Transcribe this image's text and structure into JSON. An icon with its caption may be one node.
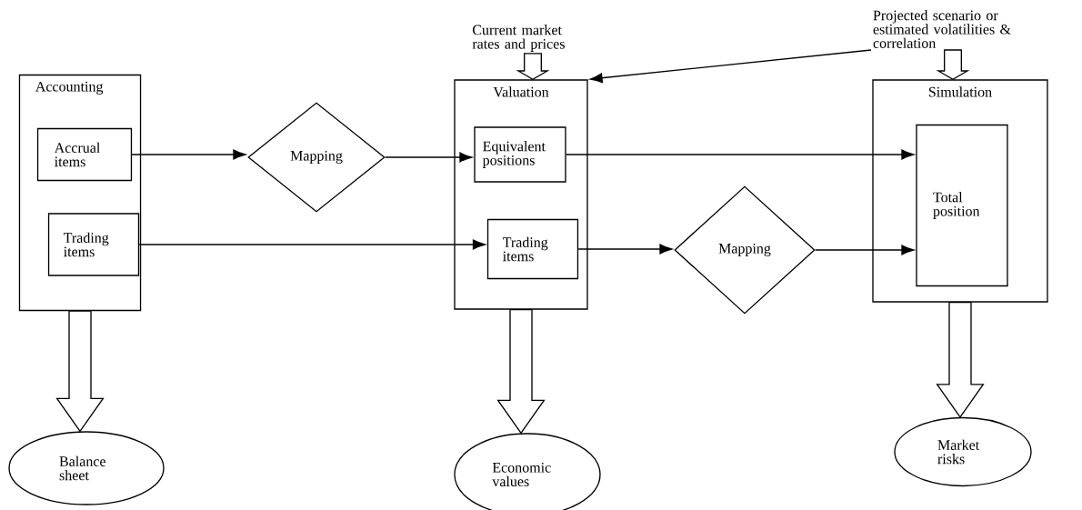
{
  "diagram": {
    "nodes": [
      {
        "text": [
          "Accounting"
        ]
      },
      {
        "text": [
          "Accrual items"
        ],
        "in": 0
      },
      {
        "text": [
          "Trading items"
        ],
        "in": 0
      },
      {
        "text": [
          "Mapping"
        ]
      },
      {
        "text": [
          "Valuation"
        ]
      },
      {
        "text": [
          "Equivalent positions"
        ],
        "in": 4
      },
      {
        "text": [
          "Trading items"
        ],
        "in": 4
      },
      {
        "text": [
          "Mapping"
        ]
      },
      {
        "text": [
          "Simulation"
        ]
      },
      {
        "text": [
          "Total position"
        ],
        "in": 8
      },
      {
        "text": [
          "Current market rates and prices"
        ]
      },
      {
        "text": [
          "Projected scenario or estimated volatilities & correlation"
        ]
      },
      {
        "text": [
          "Balance sheet"
        ]
      },
      {
        "text": [
          "Economic values"
        ]
      },
      {
        "text": [
          "Market risks"
        ]
      }
    ],
    "edges": [
      {
        "from": 1,
        "to": 3,
        "arrow": "to"
      },
      {
        "from": 3,
        "to": 5,
        "arrow": "to"
      },
      {
        "from": 2,
        "to": 6,
        "arrow": "to"
      },
      {
        "from": 5,
        "to": 9,
        "arrow": "to"
      },
      {
        "from": 6,
        "to": 7,
        "arrow": "to"
      },
      {
        "from": 7,
        "to": 9,
        "arrow": "to"
      },
      {
        "from": 10,
        "to": 4,
        "arrow": "to",
        "style": "thick"
      },
      {
        "from": 11,
        "to": 4,
        "arrow": "to"
      },
      {
        "from": 11,
        "to": 8,
        "arrow": "to",
        "style": "thick"
      },
      {
        "from": 0,
        "to": 12,
        "arrow": "to",
        "style": "thick"
      },
      {
        "from": 4,
        "to": 13,
        "arrow": "to",
        "style": "thick"
      },
      {
        "from": 8,
        "to": 14,
        "arrow": "to",
        "style": "thick"
      }
    ]
  }
}
